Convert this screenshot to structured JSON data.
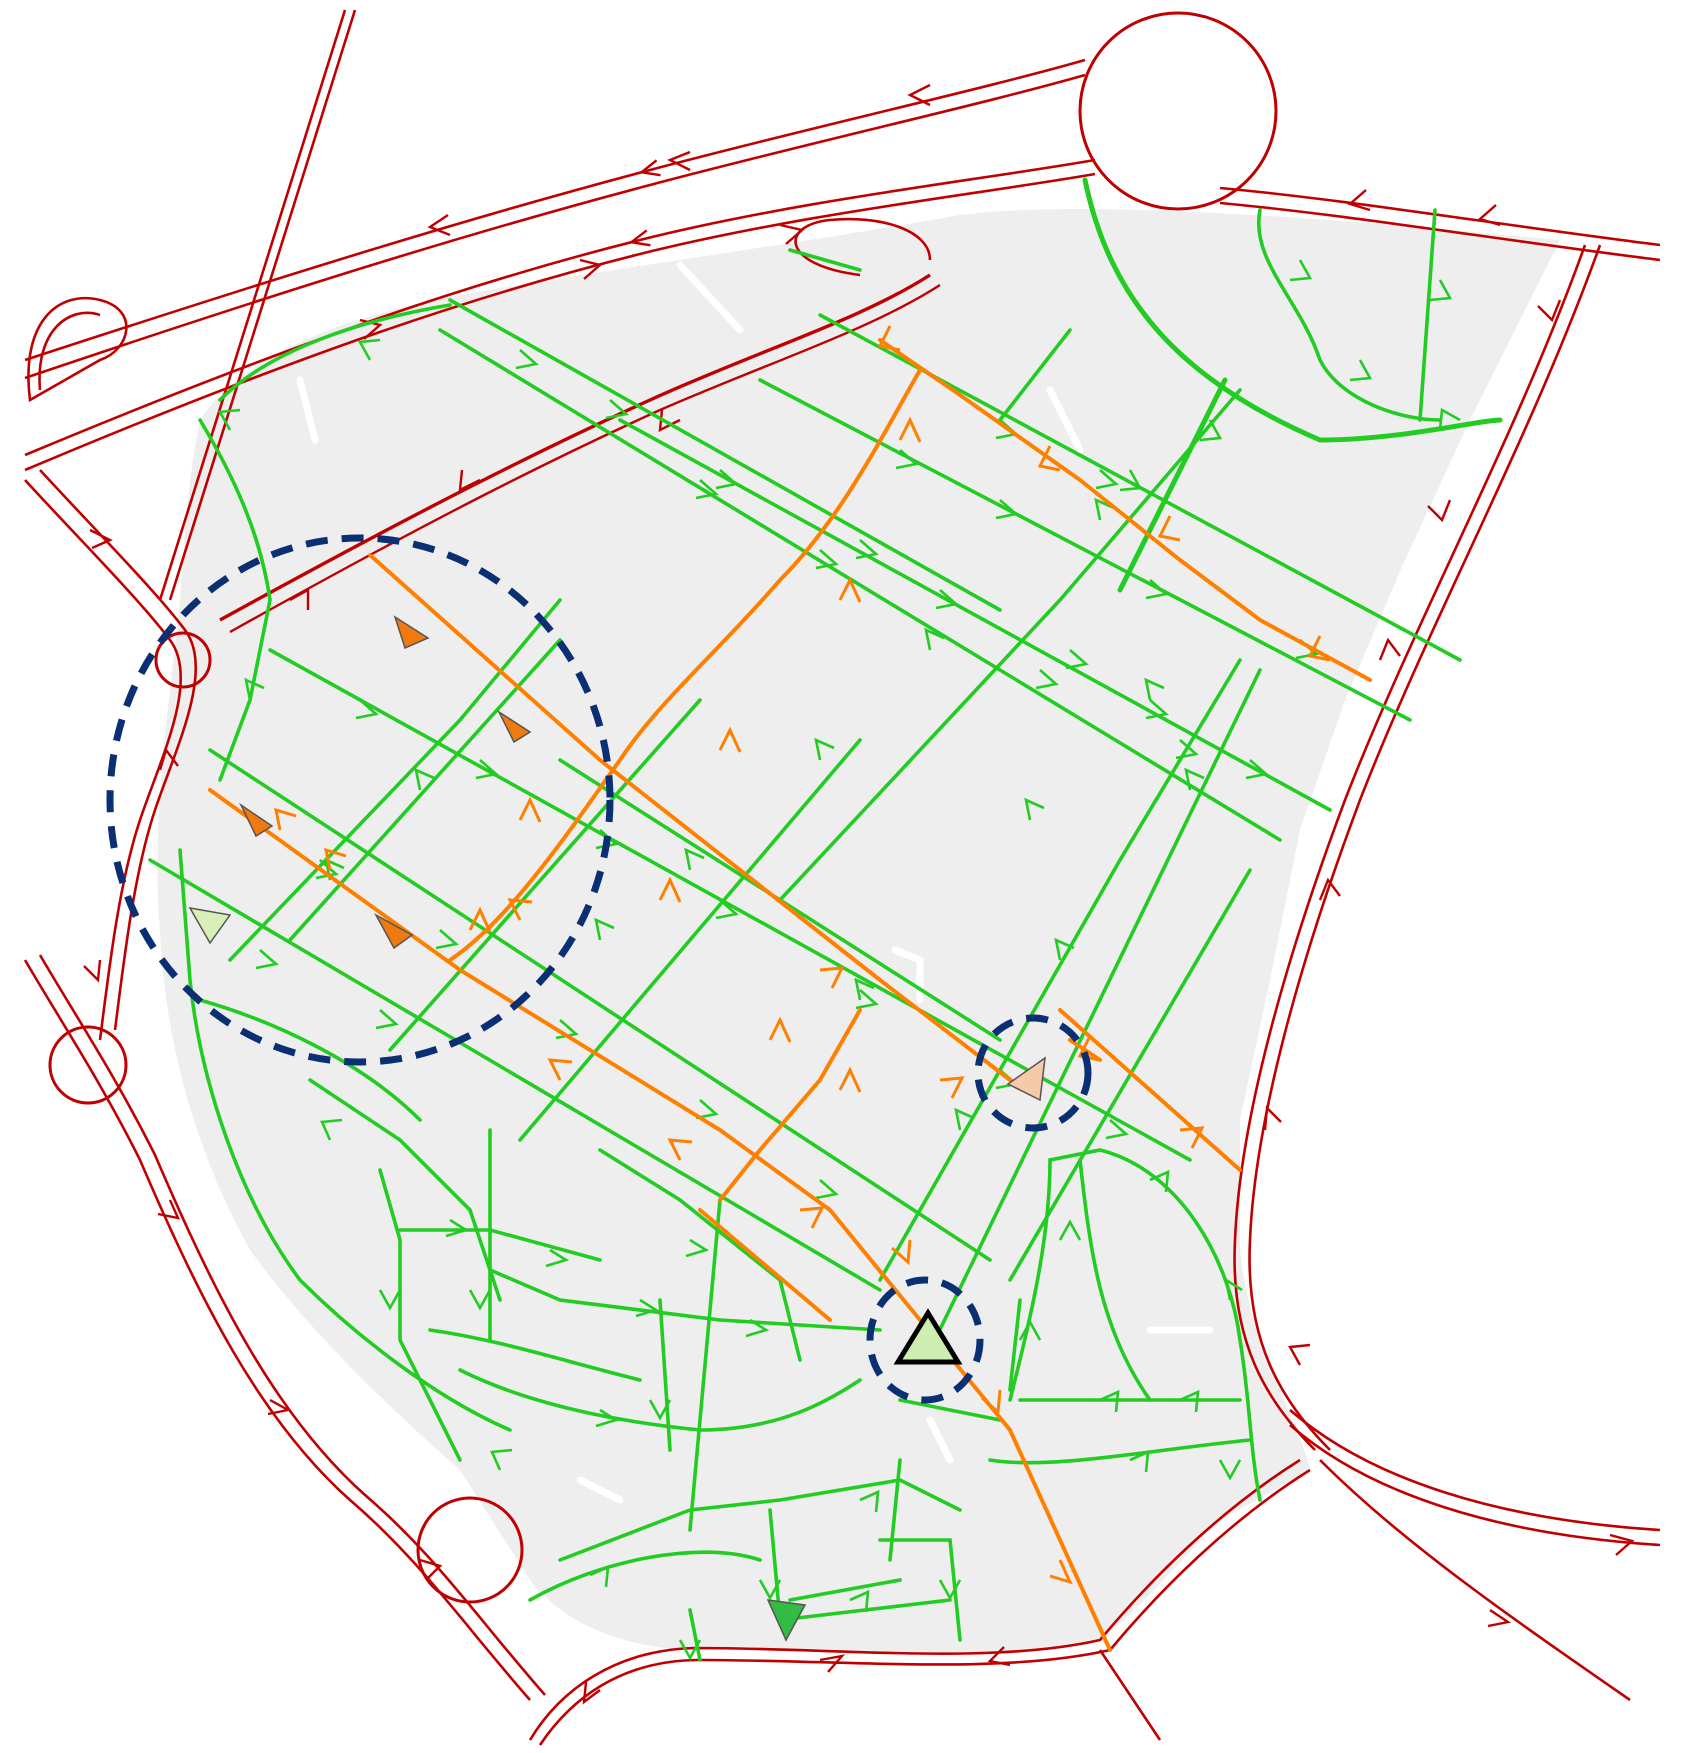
{
  "map": {
    "kind": "directed road network",
    "colors": {
      "background": "#ffffff",
      "district_fill": "#eeeeee",
      "arterial_road": "#c00000",
      "collector_road": "#ff8000",
      "local_road": "#22cc22",
      "highlight_circle": "#0b2f73",
      "marker_outline": "#000000"
    },
    "legend_text": [],
    "icons": [
      "triangle-marker-icon",
      "triangle-marker-icon-large",
      "flow-arrow-icon"
    ],
    "highlights": [
      {
        "id": "west-cluster",
        "style": "dashed circle"
      },
      {
        "id": "east-intersection",
        "style": "dashed circle"
      },
      {
        "id": "south-junction",
        "style": "dashed circle"
      }
    ],
    "markers": [
      {
        "id": "m1",
        "color": "#f07a10"
      },
      {
        "id": "m2",
        "color": "#f07a10"
      },
      {
        "id": "m3",
        "color": "#f07a10"
      },
      {
        "id": "m4",
        "color": "#f07a10"
      },
      {
        "id": "m5",
        "color": "#d8f0b8"
      },
      {
        "id": "m6",
        "color": "#f6c9a8"
      },
      {
        "id": "m7",
        "color": "#cdeeb0",
        "emphasized": true
      },
      {
        "id": "m8",
        "color": "#33bb44"
      }
    ]
  }
}
